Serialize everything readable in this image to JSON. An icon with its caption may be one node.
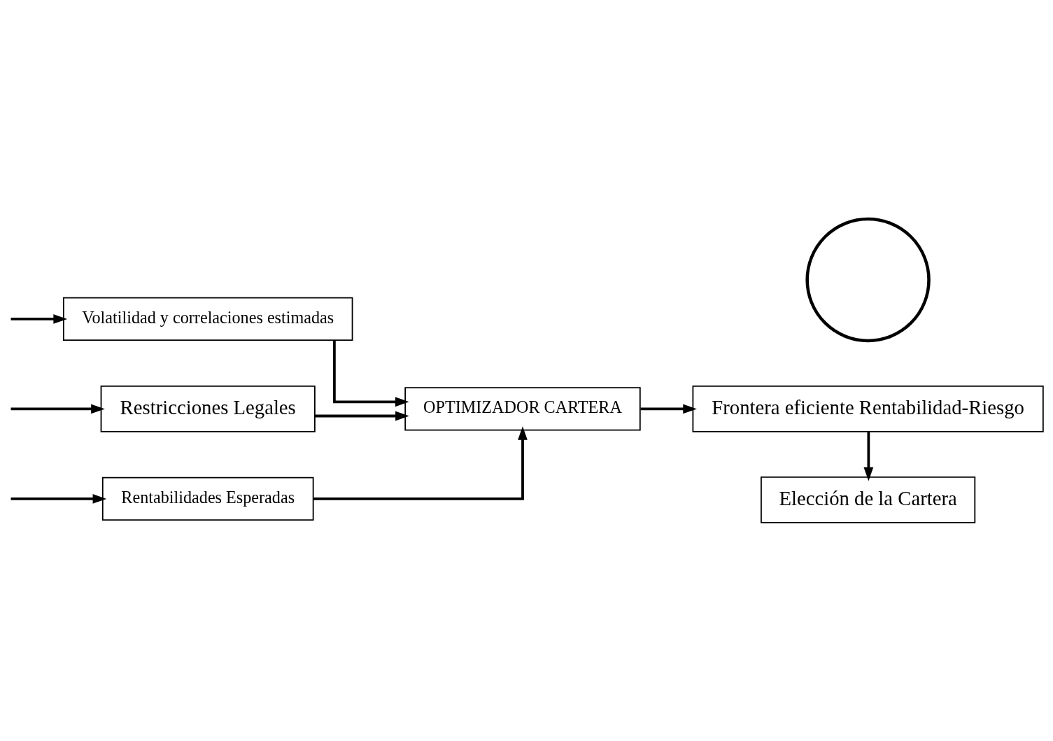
{
  "diagram": {
    "nodes": [
      {
        "text": [
          "Rentabilidades Esperadas"
        ]
      },
      {
        "text": [],
        "shape": "circle"
      },
      {
        "text": [
          "Volatilidad y correlaciones estimadas"
        ]
      },
      {
        "text": [
          "OPTIMIZADOR CARTERA"
        ]
      },
      {
        "text": [
          "Frontera eficiente Rentabilidad-Riesgo"
        ]
      },
      {
        "text": [
          "Elección de la Cartera"
        ]
      },
      {
        "text": [
          "Restricciones Legales"
        ]
      }
    ],
    "edges": [
      {
        "from": null,
        "to": 0,
        "arrow": "to"
      },
      {
        "from": null,
        "to": 2,
        "arrow": "to"
      },
      {
        "from": null,
        "to": 6,
        "arrow": "to"
      },
      {
        "from": 0,
        "to": 3,
        "arrow": "to"
      },
      {
        "from": 2,
        "to": 3,
        "arrow": "to"
      },
      {
        "from": 6,
        "to": 3,
        "arrow": "to"
      },
      {
        "from": 3,
        "to": 4,
        "arrow": "to"
      },
      {
        "from": 4,
        "to": 5,
        "arrow": "to"
      }
    ]
  }
}
